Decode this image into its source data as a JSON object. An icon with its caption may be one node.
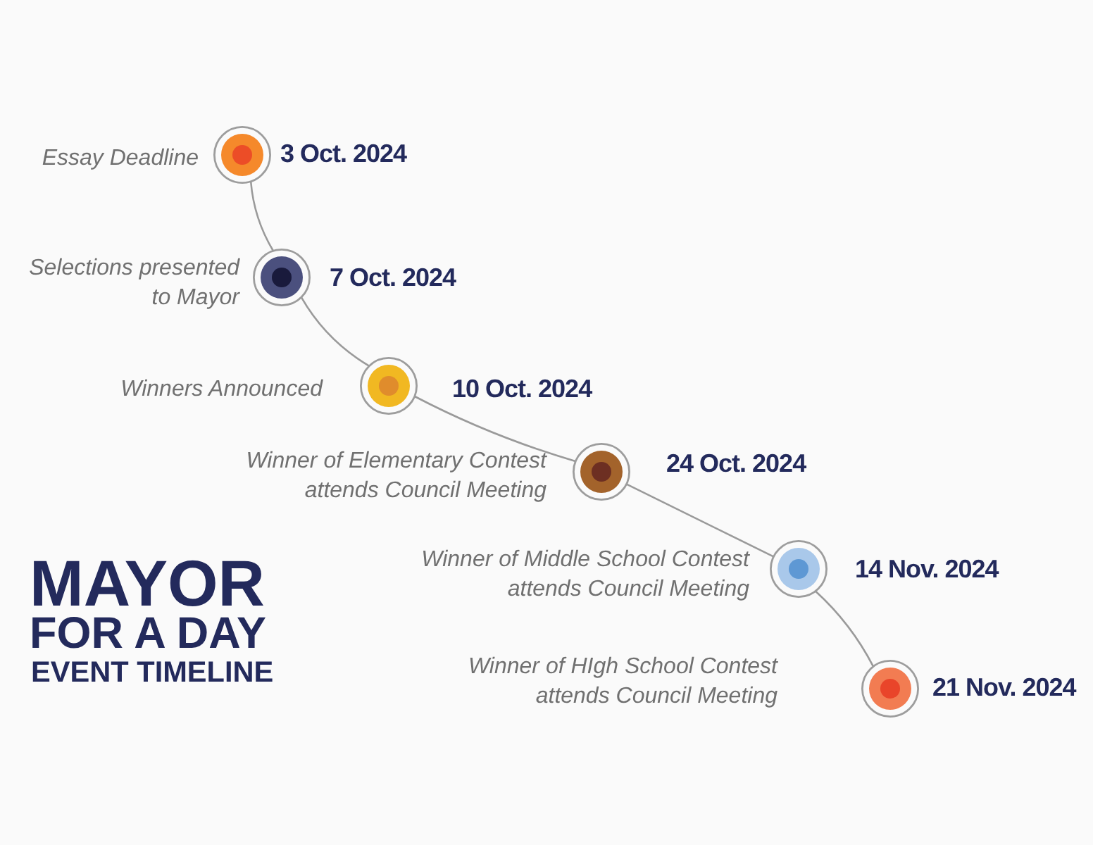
{
  "diagram": {
    "title": "MAYOR FOR A DAY",
    "nodes": [
      {
        "text": [],
        "shape": "circle",
        "beside": [
          "Essay Deadline",
          "3 Oct. 2024"
        ]
      },
      {
        "text": [],
        "shape": "circle",
        "beside": [
          "Selections presented to Mayor",
          "7 Oct. 2024"
        ]
      },
      {
        "text": [],
        "shape": "circle",
        "beside": [
          "Winners Announced",
          "10 Oct. 2024"
        ]
      },
      {
        "text": [],
        "shape": "circle",
        "beside": [
          "Winner of Elementary Contest attends Council Meeting",
          "24 Oct. 2024"
        ]
      },
      {
        "text": [],
        "shape": "circle",
        "beside": [
          "Winner of Middle School Contest attends Council Meeting",
          "14 Nov. 2024"
        ]
      },
      {
        "text": [],
        "shape": "circle",
        "beside": [
          "Winner of HIgh School Contest attends Council Meeting",
          "21 Nov. 2024"
        ]
      }
    ],
    "edges": [
      {
        "from": 0,
        "to": 1,
        "arrow": "none"
      },
      {
        "from": 1,
        "to": 2,
        "arrow": "none"
      },
      {
        "from": 2,
        "to": 3,
        "arrow": "none"
      },
      {
        "from": 3,
        "to": 4,
        "arrow": "none"
      },
      {
        "from": 4,
        "to": 5,
        "arrow": "none"
      }
    ],
    "labels": [
      "EVENT TIMELINE"
    ]
  }
}
